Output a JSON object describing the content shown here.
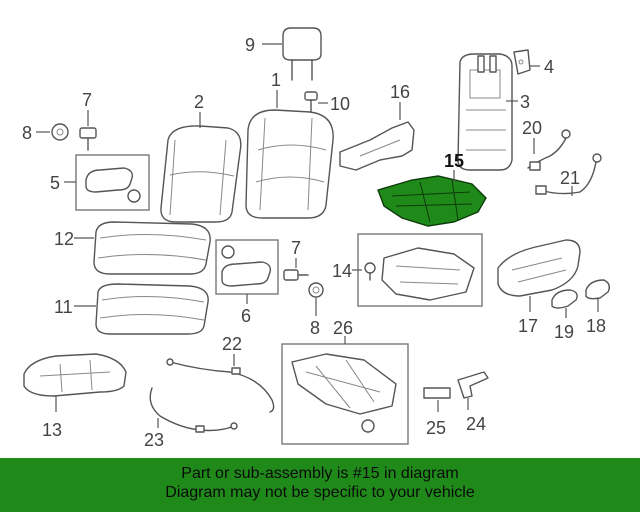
{
  "highlight_color": "#1f8a1a",
  "highlighted_part": "15",
  "callouts": {
    "c1": "1",
    "c2": "2",
    "c3": "3",
    "c4": "4",
    "c5": "5",
    "c6": "6",
    "c7a": "7",
    "c7b": "7",
    "c8a": "8",
    "c8b": "8",
    "c9": "9",
    "c10": "10",
    "c11": "11",
    "c12": "12",
    "c13": "13",
    "c14": "14",
    "c15": "15",
    "c16": "16",
    "c17": "17",
    "c18": "18",
    "c19": "19",
    "c20": "20",
    "c21": "21",
    "c22": "22",
    "c23": "23",
    "c24": "24",
    "c25": "25",
    "c26": "26"
  },
  "banner": {
    "line1": "Part or sub-assembly is #15 in diagram",
    "line2": "Diagram may not be specific to your vehicle"
  }
}
